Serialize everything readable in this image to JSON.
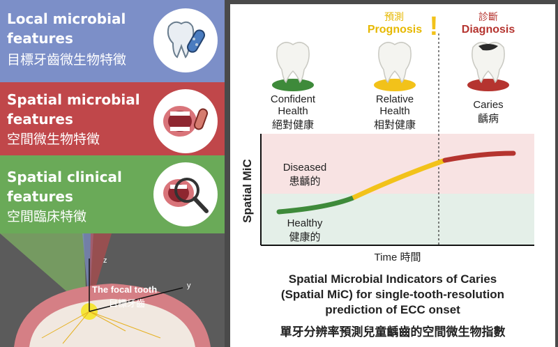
{
  "left": {
    "local": {
      "title1": "Local microbial",
      "title2": "features",
      "cn": "目標牙齒微生物特徵"
    },
    "spatial_microbial": {
      "title1": "Spatial microbial",
      "title2": "features",
      "cn": "空間微生物特徵"
    },
    "spatial_clinical": {
      "title1": "Spatial clinical",
      "title2": "features",
      "cn": "空間臨床特徵"
    },
    "focal": {
      "en": "The focal tooth",
      "cn": "目標牙齒",
      "axis_z": "z",
      "axis_y": "y"
    }
  },
  "right": {
    "prognosis": {
      "cn": "預測",
      "en": "Prognosis",
      "mark": "!"
    },
    "diagnosis": {
      "cn": "診斷",
      "en": "Diagnosis"
    },
    "states": [
      {
        "l1": "Confident",
        "l2": "Health",
        "cn": "絕對健康"
      },
      {
        "l1": "Relative",
        "l2": "Health",
        "cn": "相對健康"
      },
      {
        "l1": "Caries",
        "cn": "齲病"
      }
    ],
    "y_axis": "Spatial MiC",
    "diseased": {
      "en": "Diseased",
      "cn": "患齲的"
    },
    "healthy": {
      "en": "Healthy",
      "cn": "健康的"
    },
    "x_axis": "Time 時間",
    "caption": {
      "l1": "Spatial Microbial Indicators of Caries",
      "l2": "(Spatial MiC) for single-tooth-resolution",
      "l3": "prediction of ECC onset",
      "cn": "單牙分辨率預測兒童齲齒的空間微生物指數"
    }
  },
  "colors": {
    "blue": "#7c8fc8",
    "red": "#c0474a",
    "green": "#6aaa58",
    "yellow": "#f2c21a",
    "curve_green": "#3e8a3a",
    "curve_red": "#b5342f"
  }
}
